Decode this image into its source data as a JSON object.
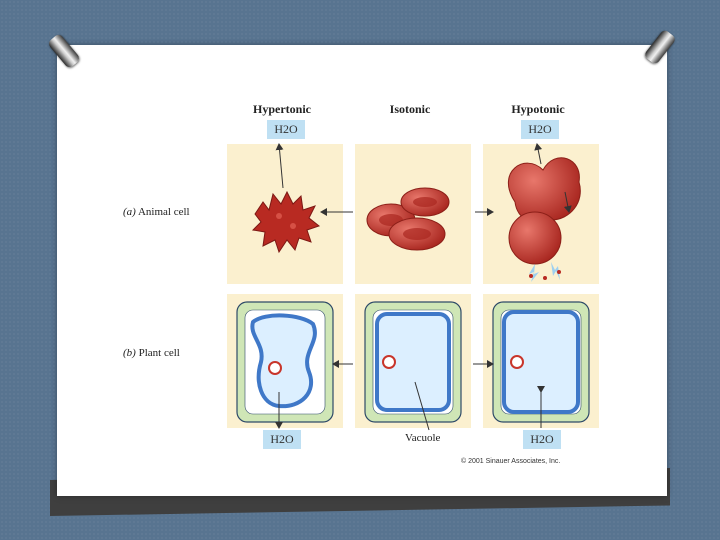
{
  "figure": {
    "headers": {
      "hypertonic": "Hypertonic",
      "isotonic": "Isotonic",
      "hypotonic": "Hypotonic"
    },
    "water_label": "H2O",
    "row_a": {
      "letter": "(a)",
      "label": "Animal cell"
    },
    "row_b": {
      "letter": "(b)",
      "label": "Plant cell"
    },
    "vacuole_label": "Vacuole",
    "copyright": "© 2001 Sinauer Associates, Inc."
  },
  "colors": {
    "panel_bg": "#fbf0cf",
    "red_cell": "#c8352b",
    "wall_green": "#cfe6b6",
    "membrane_blue": "#3f78c8",
    "vacuole_blue": "#dcefff",
    "water_box": "#bfe0f3"
  }
}
